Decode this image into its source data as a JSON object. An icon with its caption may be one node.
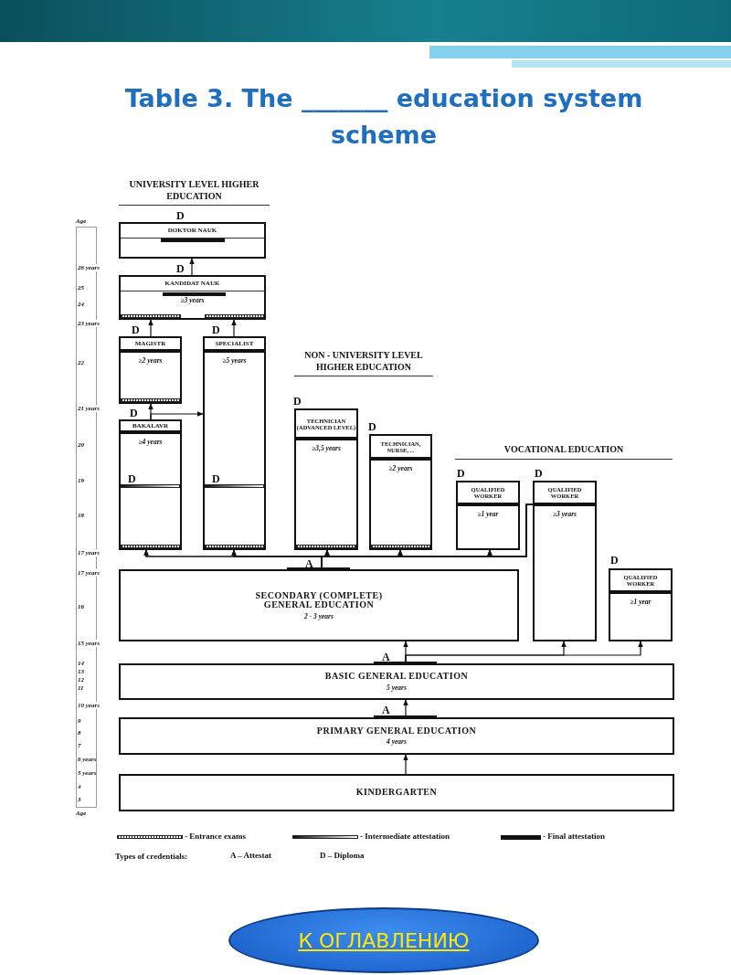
{
  "diagram": {
    "title": "Table 3. The _______ education system scheme",
    "nodes": [
      {
        "text": [
          "DOKTOR NAUK"
        ],
        "beside": [
          "D"
        ]
      },
      {
        "text": [
          "KANDIDAT NAUK",
          "≥3 years"
        ],
        "beside": [
          "D"
        ]
      },
      {
        "text": [
          "MAGISTR",
          "≥2 years"
        ],
        "beside": [
          "D"
        ]
      },
      {
        "text": [
          "SPECIALIST",
          "≥5 years",
          "D"
        ],
        "beside": [
          "D"
        ]
      },
      {
        "text": [
          "BAKALAVR",
          "≥4 years",
          "D"
        ],
        "beside": [
          "D"
        ]
      },
      {
        "text": [
          "TECHNICIAN (ADVANCED LEVEL)",
          "≥3,5 years"
        ],
        "beside": [
          "D"
        ]
      },
      {
        "text": [
          "TECHNICIAN, NURSE, ...",
          "≥2 years"
        ],
        "beside": [
          "D"
        ]
      },
      {
        "text": [
          "QUALIFIED WORKER",
          "≥1 year"
        ],
        "beside": [
          "D"
        ]
      },
      {
        "text": [
          "QUALIFIED WORKER",
          "≥3 years"
        ],
        "beside": [
          "D"
        ]
      },
      {
        "text": [
          "SECONDARY (COMPLETE) GENERAL EDUCATION",
          "2 - 3 years"
        ],
        "beside": [
          "A"
        ]
      },
      {
        "text": [
          "QUALIFIED WORKER",
          "≥1 year"
        ],
        "beside": [
          "D"
        ]
      },
      {
        "text": [
          "BASIC GENERAL EDUCATION",
          "5 years"
        ],
        "beside": [
          "A"
        ]
      },
      {
        "text": [
          "PRIMARY GENERAL EDUCATION",
          "4 years"
        ],
        "beside": [
          "A"
        ]
      },
      {
        "text": [
          "KINDERGARTEN"
        ]
      }
    ],
    "edges": [
      {
        "from": 13,
        "to": 12,
        "arrow": "to"
      },
      {
        "from": 12,
        "to": 11,
        "arrow": "to"
      },
      {
        "from": 11,
        "to": 9,
        "arrow": "to"
      },
      {
        "from": 11,
        "to": 8,
        "arrow": "to"
      },
      {
        "from": 11,
        "to": 10,
        "arrow": "to"
      },
      {
        "from": 9,
        "to": 4,
        "arrow": "to"
      },
      {
        "from": 9,
        "to": 3,
        "arrow": "to"
      },
      {
        "from": 9,
        "to": 5,
        "arrow": "to"
      },
      {
        "from": 9,
        "to": 6,
        "arrow": "to"
      },
      {
        "from": 9,
        "to": 7,
        "arrow": "to"
      },
      {
        "from": 8,
        "to": 4,
        "arrow": "to"
      },
      {
        "from": 8,
        "to": 3,
        "arrow": "to"
      },
      {
        "from": 8,
        "to": 5,
        "arrow": "to"
      },
      {
        "from": 8,
        "to": 6,
        "arrow": "to"
      },
      {
        "from": 8,
        "to": 7,
        "arrow": "to"
      },
      {
        "from": 4,
        "to": 2,
        "arrow": "to"
      },
      {
        "from": 4,
        "to": 3,
        "arrow": "to"
      },
      {
        "from": 2,
        "to": 1,
        "arrow": "to"
      },
      {
        "from": 3,
        "to": 1,
        "arrow": "to"
      },
      {
        "from": 1,
        "to": 0,
        "arrow": "to"
      }
    ],
    "labels": [
      "UNIVERSITY LEVEL HIGHER EDUCATION",
      "Age",
      "26 years",
      "25",
      "24",
      "23 years",
      "22",
      "21 years",
      "20",
      "19",
      "18",
      "17 years",
      "17 years",
      "16",
      "15 years",
      "14",
      "13",
      "12",
      "11",
      "10 years",
      "9",
      "8",
      "7",
      "6 years",
      "5 years",
      "4",
      "3",
      "Age",
      "NON - UNIVERSITY LEVEL HIGHER EDUCATION",
      "VOCATIONAL EDUCATION",
      "Types of credentials:",
      "A – Attestat",
      "D – Diploma",
      "К ОГЛАВЛЕНИЮ"
    ],
    "legend": [
      {
        "text": "- Entrance exams"
      },
      {
        "text": "- Intermediate attestation"
      },
      {
        "text": "- Final attestation"
      }
    ]
  }
}
